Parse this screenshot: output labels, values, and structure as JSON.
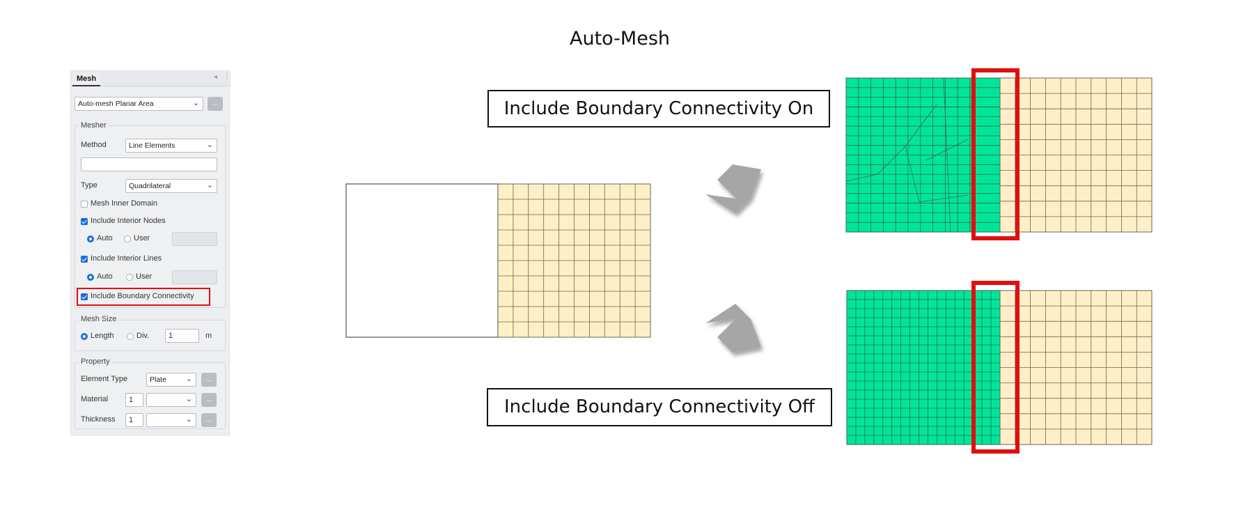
{
  "title": "Auto-Mesh",
  "panel": {
    "tab": "Mesh",
    "mode_select": "Auto-mesh Planar Area",
    "dots": "...",
    "mesher": {
      "label": "Mesher",
      "method_label": "Method",
      "method_value": "Line Elements",
      "type_label": "Type",
      "type_value": "Quadrilateral",
      "mesh_inner_domain": "Mesh Inner Domain",
      "include_interior_nodes": "Include Interior Nodes",
      "auto": "Auto",
      "user": "User",
      "include_interior_lines": "Include Interior Lines",
      "include_boundary_connectivity": "Include Boundary Connectivity"
    },
    "mesh_size": {
      "label": "Mesh Size",
      "length": "Length",
      "div": "Div.",
      "value": "1",
      "unit": "m"
    },
    "property": {
      "label": "Property",
      "element_type_label": "Element Type",
      "element_type_value": "Plate",
      "material_label": "Material",
      "material_value": "1",
      "thickness_label": "Thickness",
      "thickness_value": "1"
    }
  },
  "callouts": {
    "on": "Include Boundary Connectivity On",
    "off": "Include Boundary Connectivity Off"
  },
  "colors": {
    "mesh_green": "#00e699",
    "mesh_beige": "#fdf0c8",
    "highlight_red": "#e01010",
    "arrow_gray": "#a6a6a6",
    "accent_blue": "#1a6fd6"
  }
}
